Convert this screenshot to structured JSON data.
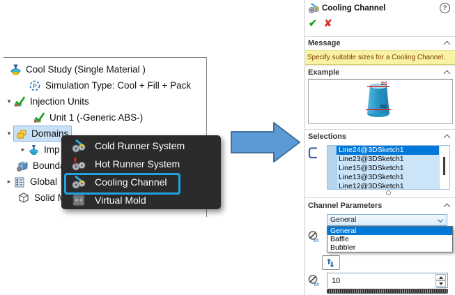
{
  "glyphs": {
    "help": "?",
    "ok": "✔",
    "cancel": "✘",
    "sim_p": "P"
  },
  "tree": {
    "items": [
      {
        "label": "Cool Study (Single Material )"
      },
      {
        "label": "Simulation Type: Cool + Fill + Pack"
      },
      {
        "label": "Injection Units",
        "expander": "▾"
      },
      {
        "label": "Unit 1 (-Generic ABS-)"
      },
      {
        "label": "Domains",
        "expander": "▾",
        "selected": true
      },
      {
        "label": "Imp",
        "expander": "▸"
      },
      {
        "label": "Bounda"
      },
      {
        "label": "Global",
        "expander": "▸"
      },
      {
        "label": "Solid M"
      }
    ]
  },
  "context_menu": {
    "items": [
      {
        "label": "Cold Runner System"
      },
      {
        "label": "Hot Runner System"
      },
      {
        "label": "Cooling Channel",
        "highlighted": true
      },
      {
        "label": "Virtual Mold"
      }
    ]
  },
  "panel": {
    "title": "Cooling Channel",
    "message": {
      "header": "Message",
      "text": "Specify suitable sizes for a Cooling Channel."
    },
    "example": {
      "header": "Example",
      "d1_label": "D1",
      "d2_label": "D2"
    },
    "selections": {
      "header": "Selections",
      "items": [
        "Line24@3DSketch1",
        "Line23@3DSketch1",
        "Line15@3DSketch1",
        "Line13@3DSketch1",
        "Line12@3DSketch1"
      ],
      "selected_index": 0
    },
    "channel_parameters": {
      "header": "Channel Parameters",
      "type_value": "General",
      "options": [
        "General",
        "Baffle",
        "Bubbler"
      ],
      "selected_option": "General",
      "diameter_value": "10",
      "d1_icon_label": "D1",
      "d2_icon_label": "D2"
    }
  },
  "colors": {
    "accent_blue": "#0078D7",
    "arrow_fill": "#5B9BD5",
    "arrow_border": "#41719C",
    "menu_bg": "#2B2B2B",
    "menu_highlight_border": "#20A3E3",
    "tree_selection_bg": "#C9E0F6",
    "message_bg": "#F8F3A3",
    "message_text": "#7C3A00",
    "selection_row_bg": "#CBE4F8"
  }
}
